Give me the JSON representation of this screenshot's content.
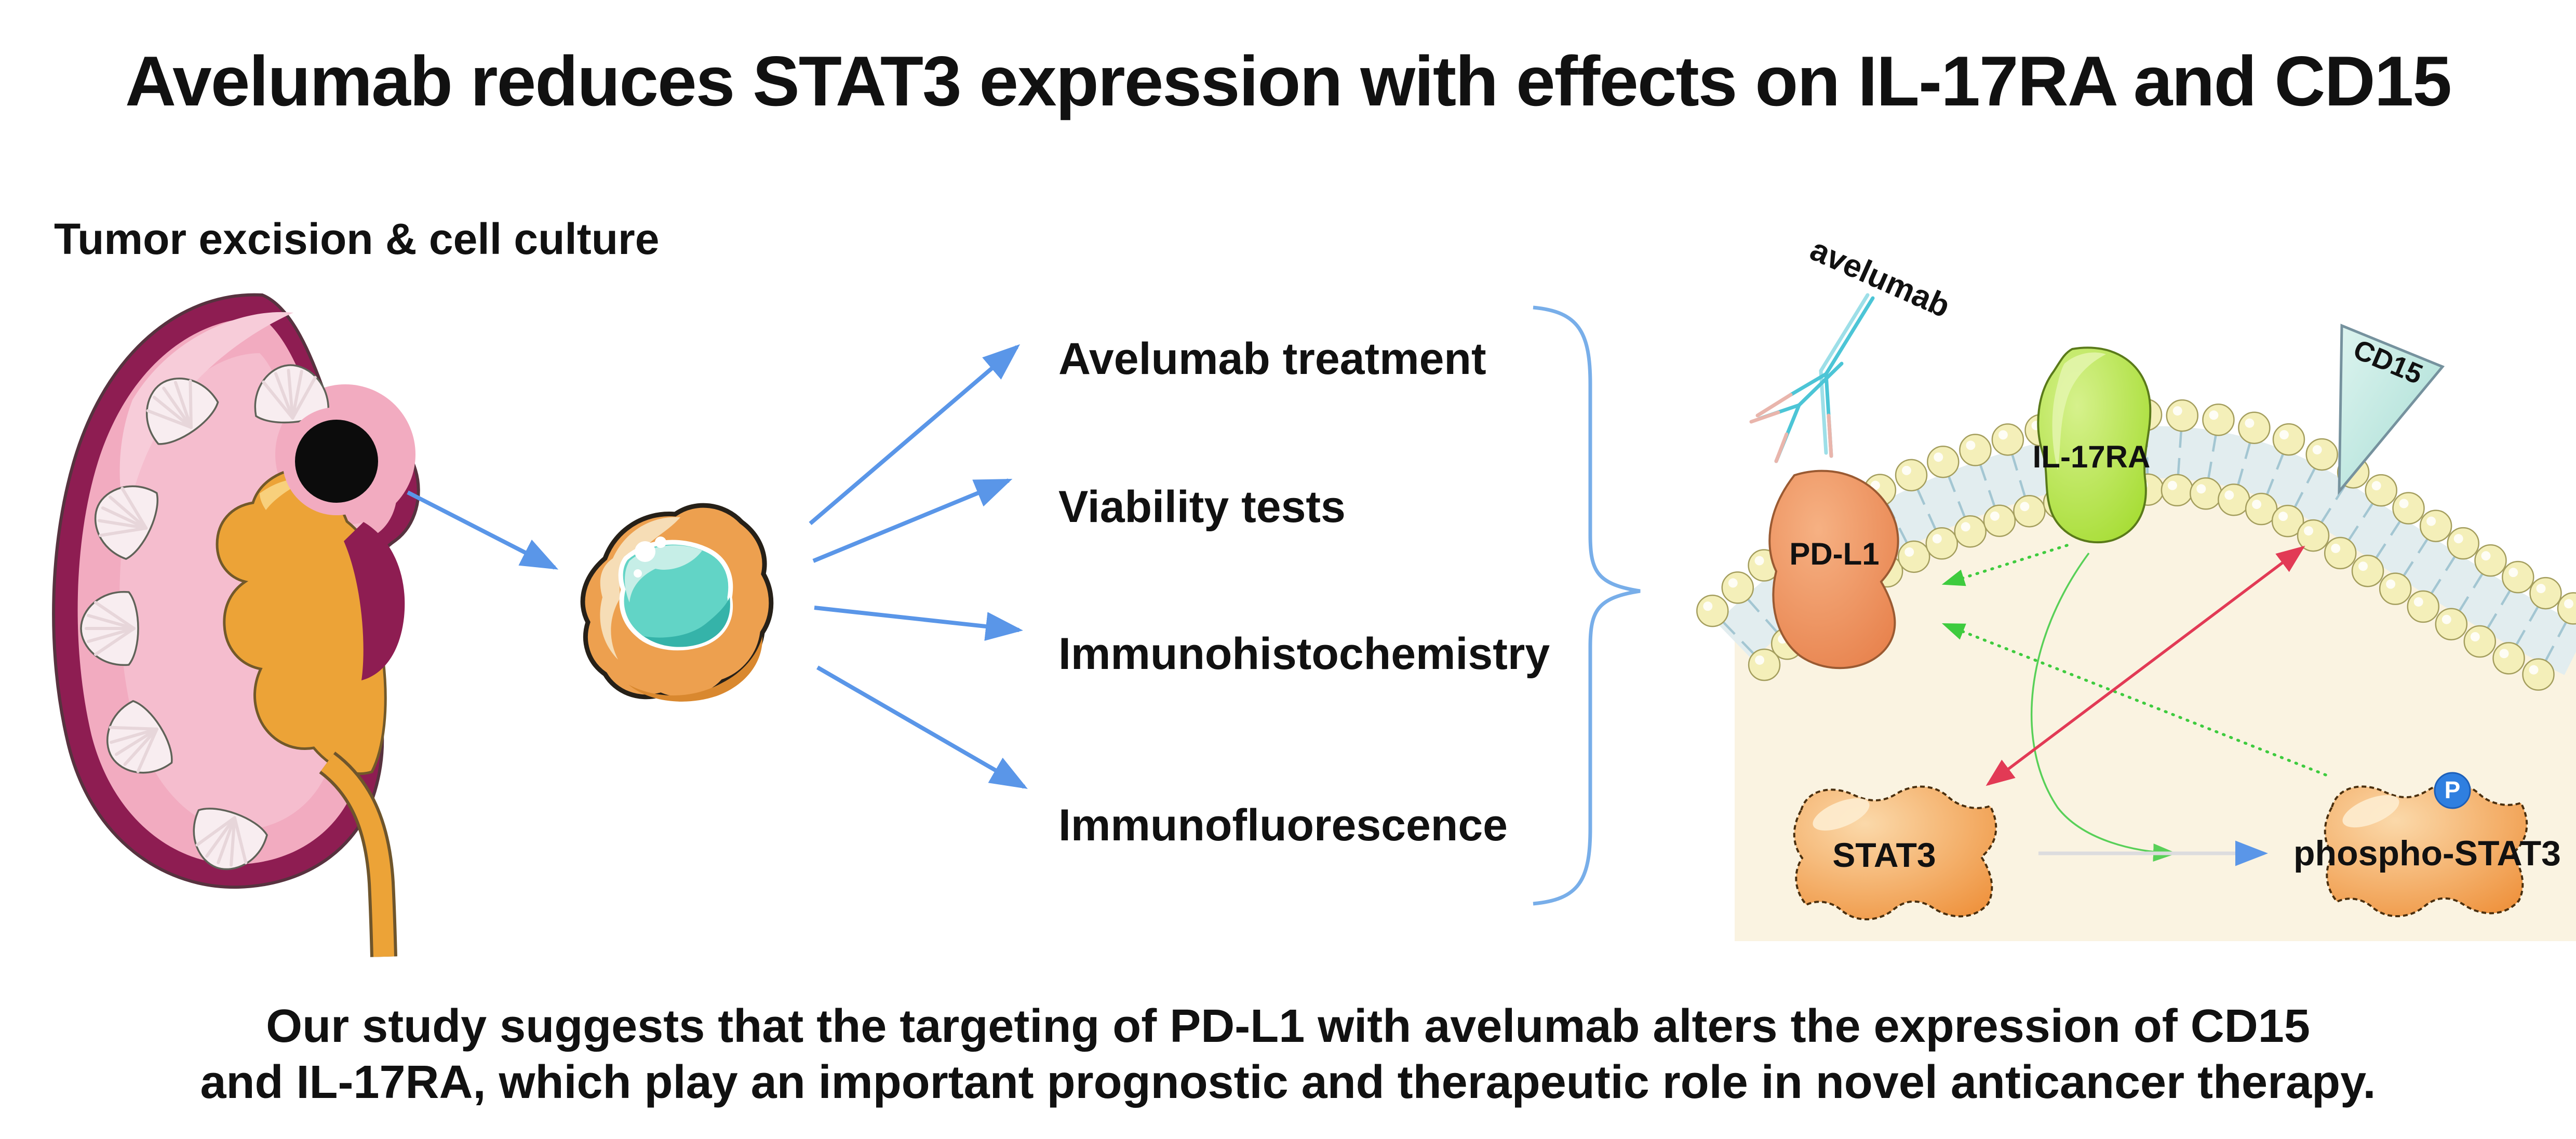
{
  "title": "Avelumab reduces STAT3 expression with effects on IL-17RA and CD15",
  "left_panel": {
    "heading": "Tumor excision & cell culture"
  },
  "treatments": [
    "Avelumab treatment",
    "Viability tests",
    "Immunohistochemistry",
    "Immunofluorescence"
  ],
  "pathway": {
    "antibody_label": "avelumab",
    "pdl1_label": "PD-L1",
    "il17ra_label": "IL-17RA",
    "cd15_label": "CD15",
    "stat3_label": "STAT3",
    "phospho_stat3_label": "phospho-STAT3",
    "phosphate_badge": "P"
  },
  "conclusion": {
    "line1": "Our study suggests that the targeting of PD-L1 with avelumab alters the expression of CD15",
    "line2": "and IL-17RA, which play an important prognostic and therapeutic role in novel anticancer therapy."
  },
  "colors": {
    "ink": "#111111",
    "blue": "#5a96e8",
    "brace": "#78aee9",
    "green": "#3ecb3e",
    "red": "#e23a55",
    "gray-arrow": "#dcdcde",
    "badge-blue": "#2f7fe0",
    "cream": "#faf3e1",
    "band": "#e2edef",
    "tail": "#a3c6d2",
    "bead": "#f4efb9",
    "bead-edge": "#a49e5e",
    "maroon": "#8e1d52",
    "kidney-pink": "#f2abc0",
    "kidney-pink-light": "#f7ccd9",
    "kidney-orange": "#eca337",
    "calyx": "#f8edf0",
    "tumor-black": "#0c0c0c",
    "cell-body": "#eda04f",
    "cell-shade": "#d9882f",
    "cell-light": "#f6ddb6",
    "nucleus": "#62d4c6",
    "nucleus-dark": "#35b3a9",
    "nucleus-light": "#c6eee7",
    "antibody-teal": "#4cc5d6",
    "antibody-pink": "#e9b5ac"
  }
}
